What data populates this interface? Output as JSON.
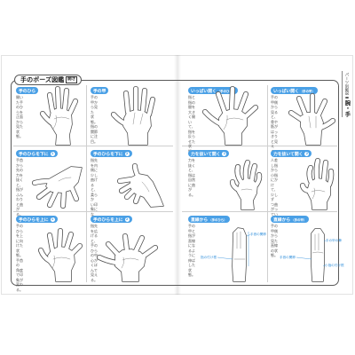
{
  "header": {
    "title": "手のポーズ図鑑",
    "badge": "開き"
  },
  "side_tab": {
    "section": "パーツ別解説",
    "part": "腕・手"
  },
  "colors": {
    "accent": "#4aa0e6",
    "note": "#3c95dd",
    "ink": "#4d4d4d",
    "frame": "#5a5a5a"
  },
  "cells": [
    {
      "label": "手のひら",
      "text": "開いた手のひらを\n正面から見た状態。"
    },
    {
      "label": "手の甲",
      "text": "手の甲から見た\n状態。指の関節\nに注目。"
    },
    {
      "label": "いっぱい開く",
      "sub": "（手のひら）",
      "text": "指と指の間を\n大きく開いて、\n指を反らせた\n状態。"
    },
    {
      "label": "いっぱい開く",
      "sub": "（手の甲）",
      "text": "手の甲側から\n見ると、骨や\n筋がはっきり\nと見える。"
    },
    {
      "label": "手のひらを下に",
      "num": "1",
      "text": "手首から先の力を\n抜くと、指がふん\nわりと曲がる。"
    },
    {
      "label": "手のひらを下に",
      "num": "2",
      "text": "指先を内側に少し\n曲げると、柔らか\nい印象になる。"
    },
    {
      "label": "力を抜いて開く",
      "num": "1",
      "text": "力を抜くと、指は\n自然に曲がる。"
    },
    {
      "label": "力を抜いて開く",
      "num": "2",
      "text": "人差し指から小指\nにかけて、少しず\nつ曲がっていく。"
    },
    {
      "label": "手のひらを上に",
      "num": "1",
      "text": "手のひらを上に向\nけた状態。手首の\n角度で印象が変わ\nる。"
    },
    {
      "label": "手のひらを上に",
      "num": "2",
      "text": "指先を広げると、\n手のひらの中心が\nくぼんで見える。"
    },
    {
      "label": "直線から",
      "sub": "（手のひら）",
      "text": "手の甲と指が直線\nになるように伸ば\nした状態。",
      "notes": [
        "手首の関節",
        "指の付け根"
      ]
    },
    {
      "label": "直線から",
      "sub": "（手の甲）",
      "text": "手の甲側から見た\n直線の状態。",
      "notes": [
        "手首の関節",
        "手の甲の骨",
        "小指の付け根"
      ]
    }
  ]
}
